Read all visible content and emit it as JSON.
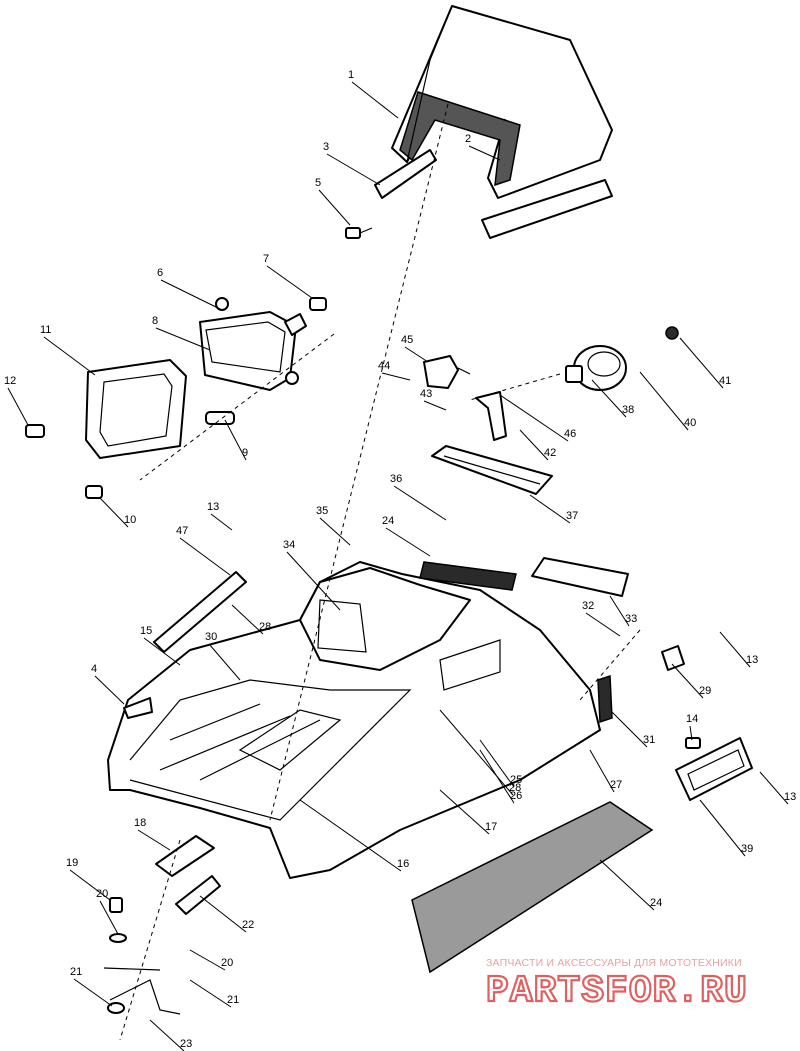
{
  "callouts": [
    {
      "label": "1"
    },
    {
      "label": "2"
    },
    {
      "label": "3"
    },
    {
      "label": "5"
    },
    {
      "label": "6"
    },
    {
      "label": "7"
    },
    {
      "label": "8"
    },
    {
      "label": "11"
    },
    {
      "label": "12"
    },
    {
      "label": "9"
    },
    {
      "label": "10"
    },
    {
      "label": "45"
    },
    {
      "label": "44"
    },
    {
      "label": "43"
    },
    {
      "label": "46"
    },
    {
      "label": "42"
    },
    {
      "label": "38"
    },
    {
      "label": "40"
    },
    {
      "label": "41"
    },
    {
      "label": "37"
    },
    {
      "label": "36"
    },
    {
      "label": "35"
    },
    {
      "label": "24"
    },
    {
      "label": "34"
    },
    {
      "label": "13"
    },
    {
      "label": "47"
    },
    {
      "label": "28"
    },
    {
      "label": "30"
    },
    {
      "label": "15"
    },
    {
      "label": "4"
    },
    {
      "label": "32"
    },
    {
      "label": "33"
    },
    {
      "label": "13"
    },
    {
      "label": "29"
    },
    {
      "label": "31"
    },
    {
      "label": "14"
    },
    {
      "label": "13"
    },
    {
      "label": "39"
    },
    {
      "label": "28"
    },
    {
      "label": "25"
    },
    {
      "label": "26"
    },
    {
      "label": "27"
    },
    {
      "label": "17"
    },
    {
      "label": "16"
    },
    {
      "label": "18"
    },
    {
      "label": "24"
    },
    {
      "label": "19"
    },
    {
      "label": "20"
    },
    {
      "label": "22"
    },
    {
      "label": "20"
    },
    {
      "label": "21"
    },
    {
      "label": "21"
    },
    {
      "label": "23"
    }
  ],
  "watermark": {
    "tagline": "ЗАПЧАСТИ И АКСЕССУАРЫ ДЛЯ МОТОТЕХНИКИ",
    "brand": "PARTSFOR.RU",
    "color": "#e06060"
  }
}
